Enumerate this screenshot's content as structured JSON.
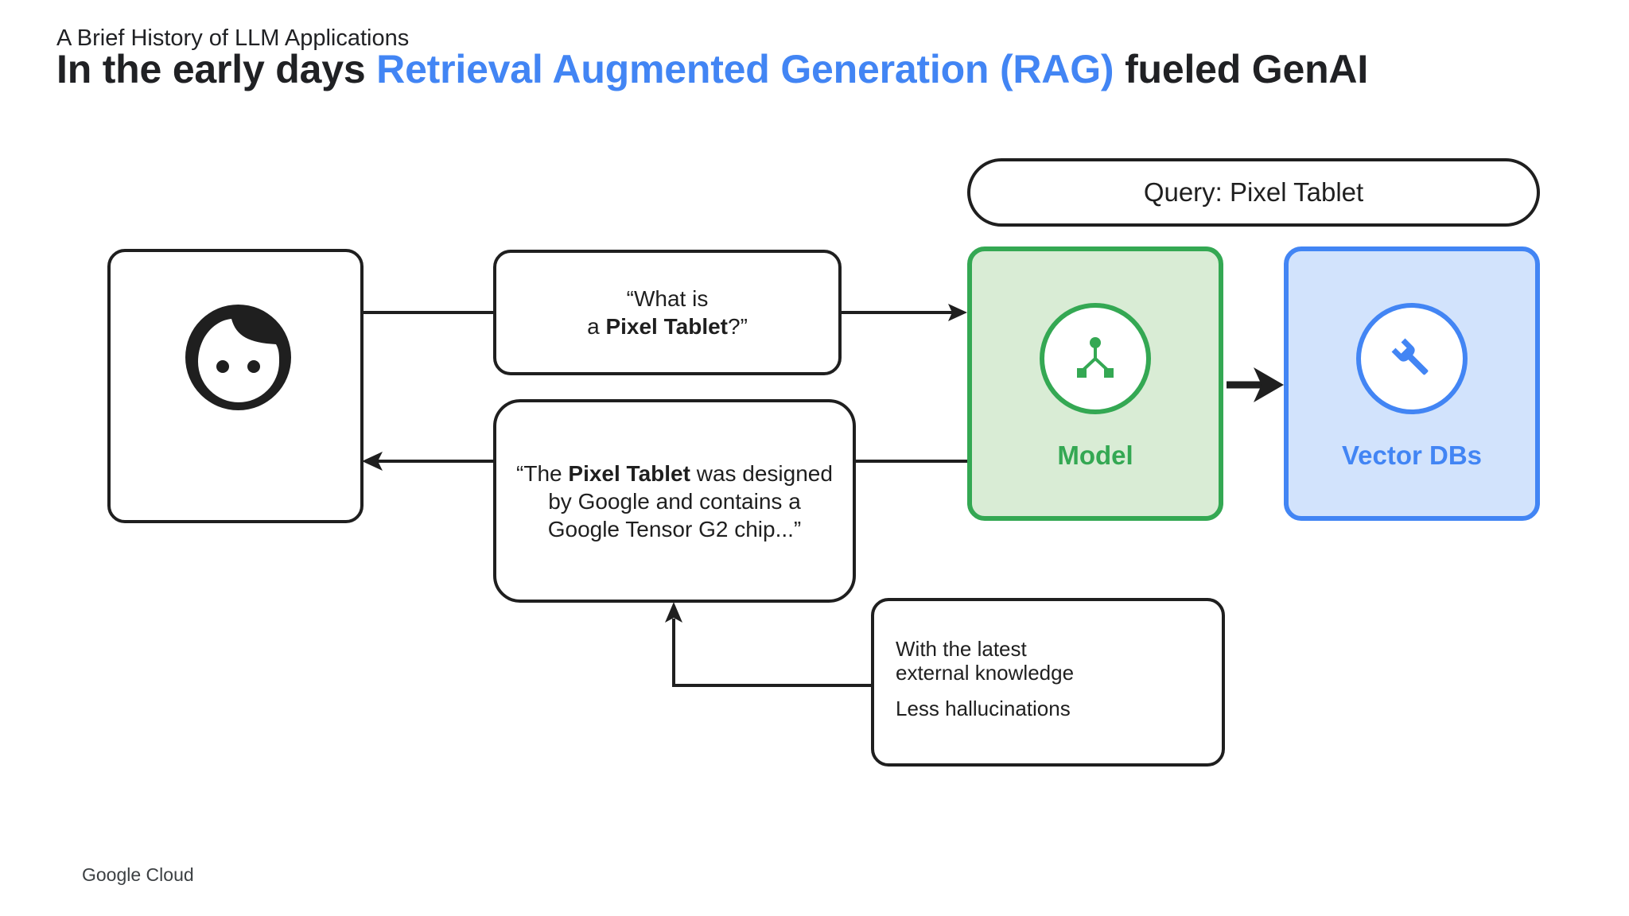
{
  "header": {
    "subtitle": "A Brief History of LLM Applications",
    "title_prefix": "In the early days",
    "title_highlight": "Retrieval Augmented Generation (RAG)",
    "title_suffix": "fueled GenAI"
  },
  "user": {
    "icon": "user-face-icon"
  },
  "question": {
    "line1": "“What is",
    "line2_prefix": "a",
    "line2_bold": "Pixel Tablet",
    "line2_suffix": "?”"
  },
  "answer": {
    "line1_prefix": "“The",
    "line1_bold": "Pixel Tablet",
    "line1_suffix": "was designed",
    "line2": "by Google and contains a",
    "line3": "Google Tensor G2 chip...”"
  },
  "query": {
    "label": "Query: Pixel Tablet"
  },
  "model": {
    "label": "Model",
    "icon": "model-graph-icon",
    "color": "#34a853"
  },
  "vector_dbs": {
    "label": "Vector DBs",
    "icon": "wrench-icon",
    "color": "#4285f4"
  },
  "benefits": {
    "line1": "With the latest",
    "line2": "external knowledge",
    "line3": "Less hallucinations"
  },
  "footer": {
    "brand": "Google Cloud"
  }
}
